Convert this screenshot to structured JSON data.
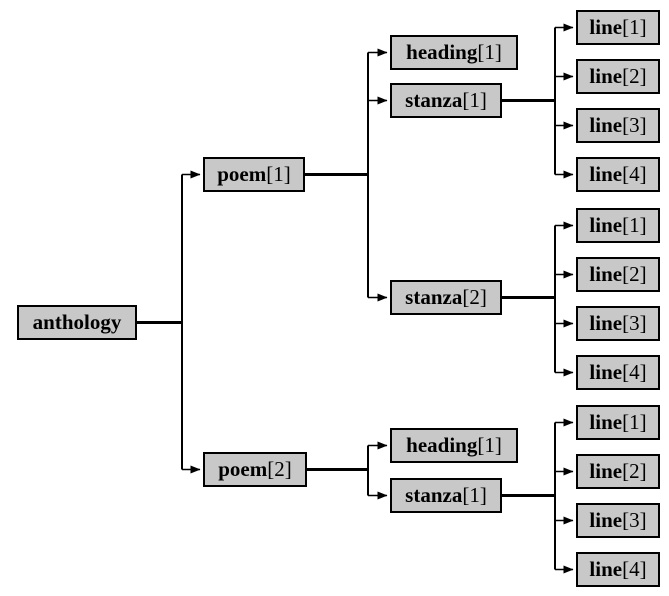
{
  "colors": {
    "background": "#ffffff",
    "box_fill": "#c8c8c8",
    "box_border": "#000000",
    "connector": "#000000"
  },
  "tree": {
    "root": {
      "name": "anthology",
      "index": ""
    },
    "poems": [
      {
        "name": "poem",
        "index": "[1]",
        "heading": {
          "name": "heading",
          "index": "[1]"
        },
        "stanzas": [
          {
            "name": "stanza",
            "index": "[1]",
            "lines": [
              {
                "name": "line",
                "index": "[1]"
              },
              {
                "name": "line",
                "index": "[2]"
              },
              {
                "name": "line",
                "index": "[3]"
              },
              {
                "name": "line",
                "index": "[4]"
              }
            ]
          },
          {
            "name": "stanza",
            "index": "[2]",
            "lines": [
              {
                "name": "line",
                "index": "[1]"
              },
              {
                "name": "line",
                "index": "[2]"
              },
              {
                "name": "line",
                "index": "[3]"
              },
              {
                "name": "line",
                "index": "[4]"
              }
            ]
          }
        ]
      },
      {
        "name": "poem",
        "index": "[2]",
        "heading": {
          "name": "heading",
          "index": "[1]"
        },
        "stanzas": [
          {
            "name": "stanza",
            "index": "[1]",
            "lines": [
              {
                "name": "line",
                "index": "[1]"
              },
              {
                "name": "line",
                "index": "[2]"
              },
              {
                "name": "line",
                "index": "[3]"
              },
              {
                "name": "line",
                "index": "[4]"
              }
            ]
          }
        ]
      }
    ]
  }
}
